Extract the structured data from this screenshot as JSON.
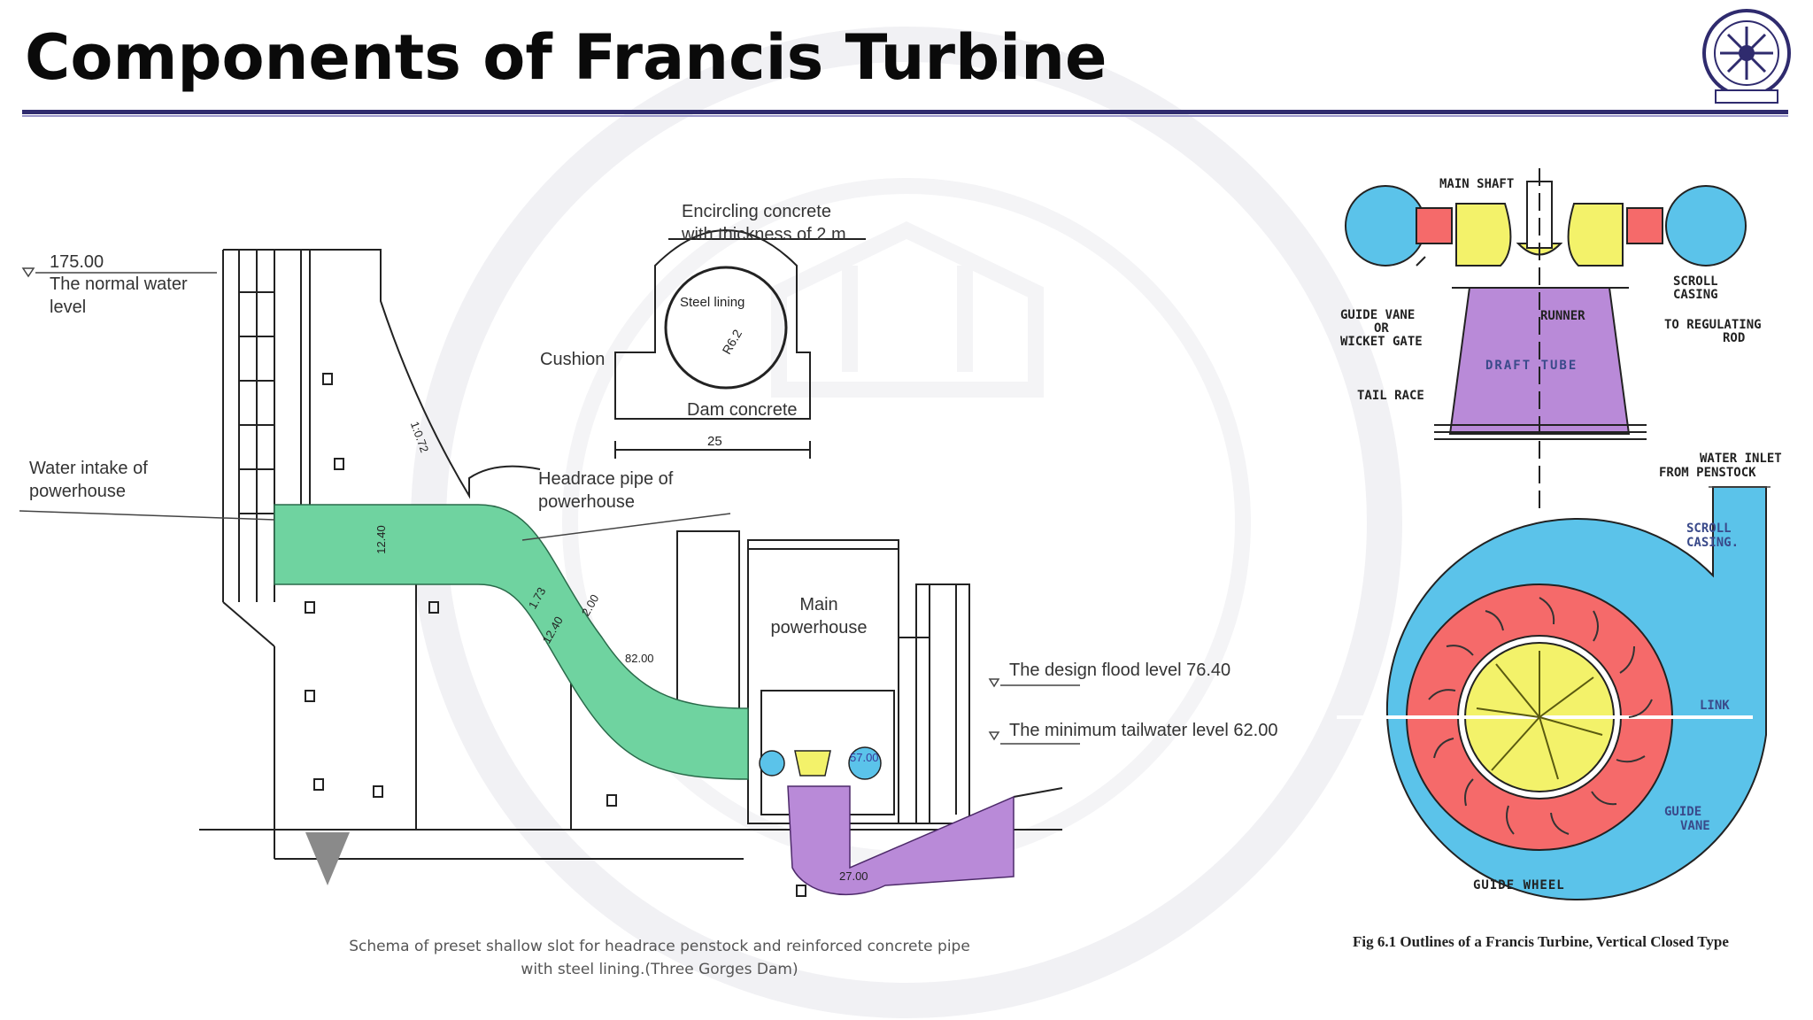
{
  "slide": {
    "title": "Components of Francis Turbine",
    "colors": {
      "title_rule": "#2f2b6e",
      "headrace_green": "#6fd3a0",
      "draft_purple": "#b98ad8",
      "runner_yellow": "#f3f26a",
      "casing_blue": "#5bc3ea",
      "guide_red": "#f56a6a"
    }
  },
  "dam_diagram": {
    "level_top_value": "175.00",
    "level_top_text": [
      "The normal water",
      "level"
    ],
    "water_intake": [
      "Water intake of",
      "powerhouse"
    ],
    "encircling": [
      "Encircling concrete",
      "with thickness of 2 m"
    ],
    "steel_lining": "Steel lining",
    "cushion": "Cushion",
    "dam_concrete": "Dam concrete",
    "dim_25": "25",
    "dim_r62": "R6.2",
    "headrace": [
      "Headrace pipe of",
      "powerhouse"
    ],
    "main_powerhouse": [
      "Main",
      "powerhouse"
    ],
    "design_flood": "The design flood level 76.40",
    "min_tailwater": "The minimum tailwater level 62.00",
    "slope_label": "1:0.72",
    "pipe_label_1": "12.40",
    "pipe_label_2": "1.73",
    "pipe_label_3": "12.40",
    "pipe_label_4": "2.00",
    "level_82": "82.00",
    "level_57": "57.00",
    "level_27": "27.00",
    "caption": [
      "Schema of preset shallow slot for headrace penstock and reinforced concrete pipe",
      "with steel lining.(Three Gorges Dam)"
    ]
  },
  "turbine_diagram": {
    "main_shaft": "MAIN SHAFT",
    "scroll_casing_top": [
      "SCROLL",
      "CASING"
    ],
    "guide_vane_top": [
      "GUIDE VANE",
      "OR",
      "WICKET GATE"
    ],
    "runner": "RUNNER",
    "regulating_rod": [
      "TO REGULATING",
      "ROD"
    ],
    "draft_tube": "DRAFT TUBE",
    "tail_race": "TAIL RACE",
    "water_inlet": [
      "WATER INLET",
      "FROM PENSTOCK"
    ],
    "scroll_casing_bottom": [
      "SCROLL",
      "CASING."
    ],
    "link": "LINK",
    "guide_vane_bottom": [
      "GUIDE",
      "VANE"
    ],
    "guide_wheel": "GUIDE WHEEL",
    "fig_caption": "Fig 6.1   Outlines of a Francis Turbine, Vertical Closed Type"
  }
}
